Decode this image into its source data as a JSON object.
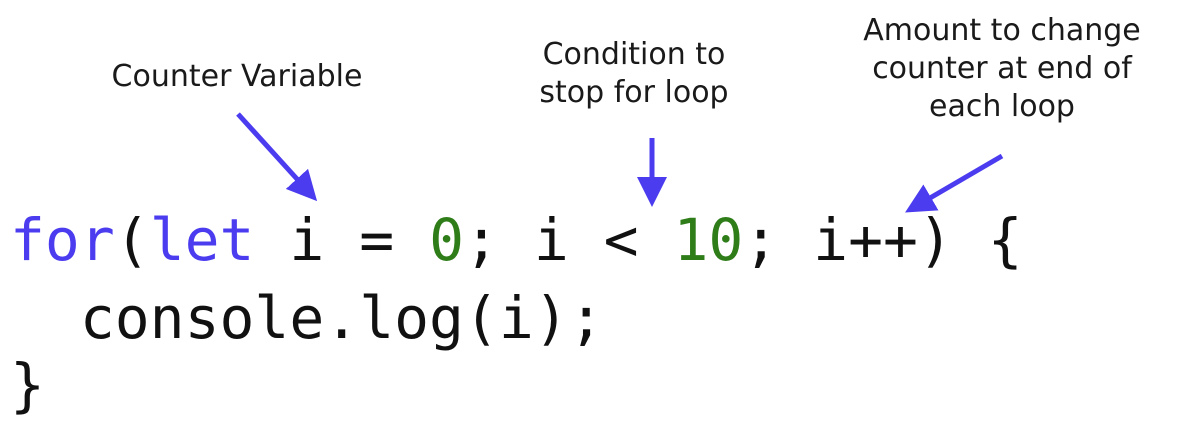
{
  "labels": {
    "counter": "Counter Variable",
    "condition_line1": "Condition to",
    "condition_line2": "stop for loop",
    "amount_line1": "Amount to change",
    "amount_line2": "counter at end of",
    "amount_line3": "each loop"
  },
  "code": {
    "line1": {
      "kw_for": "for",
      "open_paren": "(",
      "kw_let": "let",
      "init_var": " i = ",
      "init_val": "0",
      "sep1": "; i < ",
      "limit_val": "10",
      "rest": "; i++) {"
    },
    "line2": "  console.log(i);",
    "line3": "}"
  },
  "colors": {
    "keyword": "#4b3cf0",
    "number": "#2e7d19",
    "arrow": "#4b3cf0",
    "text": "#111111"
  }
}
